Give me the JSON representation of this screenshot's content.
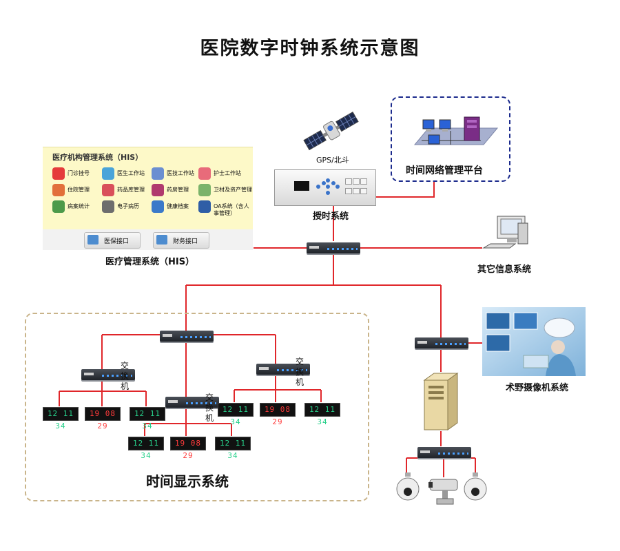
{
  "title": "医院数字时钟系统示意图",
  "gps_label": "GPS/北斗",
  "timing_label": "授时系统",
  "network_platform_label": "时间网络管理平台",
  "his_label": "医疗管理系统（HIS）",
  "other_label": "其它信息系统",
  "camera_label": "术野摄像机系统",
  "display_label": "时间显示系统",
  "switch_label": "交换机",
  "his_panel": {
    "title": "医疗机构管理系统（HIS）",
    "items": [
      "门诊挂号",
      "医生工作站",
      "医技工作站",
      "护士工作站",
      "住院管理",
      "药品库管理",
      "药房管理",
      "卫材及资产管理",
      "病案统计",
      "电子病历",
      "健康档案",
      "OA系统（含人事管理）"
    ],
    "buttons": [
      "医保接口",
      "财务接口"
    ]
  },
  "clocks": {
    "green": "12 11 34",
    "red": "19 08 29"
  },
  "colors": {
    "line": "#e0262a",
    "platform_border": "#1b2a8c",
    "display_border": "#c9b48a"
  }
}
